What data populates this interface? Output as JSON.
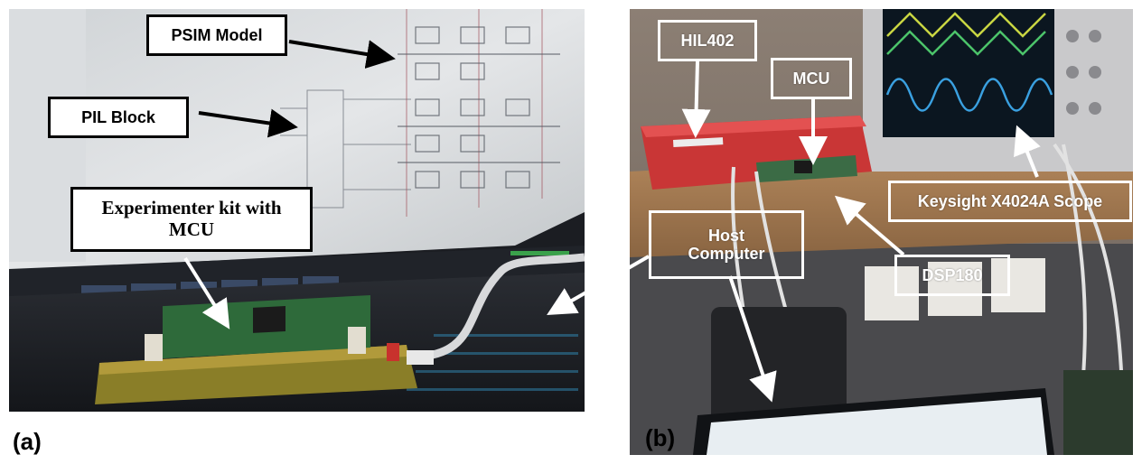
{
  "figure": {
    "panel_a": {
      "letter": "(a)",
      "labels": {
        "psim_model": "PSIM Model",
        "pil_block": "PIL Block",
        "experimenter_kit": "Experimenter kit with MCU"
      },
      "label_lines": {
        "experimenter_kit_line1": "Experimenter kit with",
        "experimenter_kit_line2": "MCU"
      }
    },
    "panel_b": {
      "letter": "(b)",
      "labels": {
        "hil402": "HIL402",
        "mcu": "MCU",
        "host_computer_line1": "Host",
        "host_computer_line2": "Computer",
        "dsp180": "DSP180",
        "scope": "Keysight X4024A Scope"
      }
    }
  },
  "colors": {
    "callout_a_border": "#000000",
    "callout_b_border": "#ffffff",
    "arrow_a": "#000000",
    "arrow_b": "#ffffff"
  }
}
